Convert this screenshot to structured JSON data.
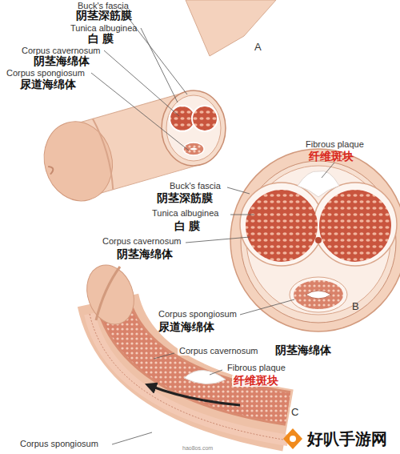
{
  "diagram": {
    "labels": [
      "Buck's fascia",
      "阴茎深筋膜",
      "Tunica albuginea",
      "白 膜",
      "Corpus cavernosum",
      "阴茎海绵体",
      "Corpus spongiosum",
      "尿道海绵体",
      "A",
      "Fibrous plaque",
      "纤维斑块",
      "Buck's fascia",
      "阴茎深筋膜",
      "Tunica albuginea",
      "白 膜",
      "Corpus cavernosum",
      "阴茎海绵体",
      "Corpus spongiosum",
      "尿道海绵体",
      "B",
      "Corpus cavernosum",
      "阴茎海绵体",
      "Fibrous plaque",
      "纤维斑块",
      "C",
      "Corpus spongiosum",
      "好叭手游网",
      "hao8os.com"
    ]
  }
}
